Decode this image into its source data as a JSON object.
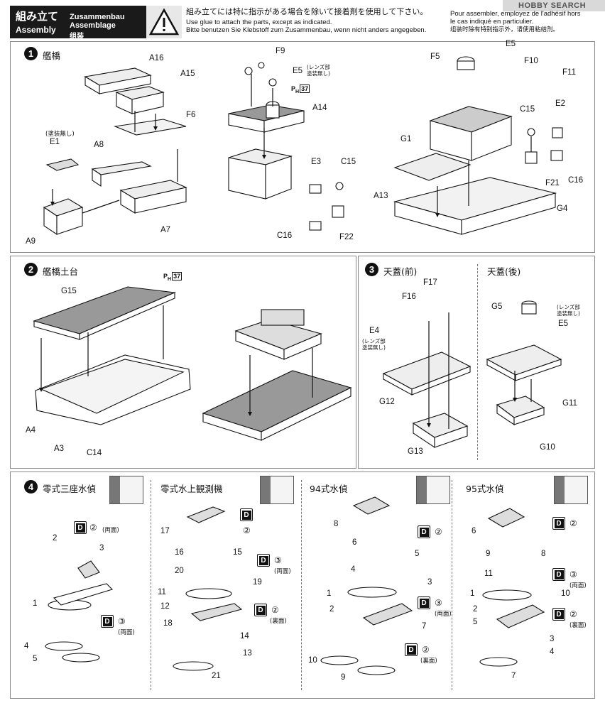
{
  "header": {
    "title_jp": "組み立て",
    "title_en": "Assembly",
    "title_de": "Zusammenbau",
    "title_fr": "Assemblage",
    "title_cn": "组装",
    "instr_jp": "組み立てには特に指示がある場合を除いて接着剤を使用して下さい。",
    "instr_en": "Use glue to attach the parts, except as indicated.",
    "instr_de": "Bitte benutzen Sie Klebstoff zum Zusammenbau, wenn nicht anders angegeben.",
    "instr_fr1": "Pour assembler, employez de l'adhésif hors",
    "instr_fr2": "le cas indiqué en particulier.",
    "instr_cn": "组装时除有特别指示外，请使用粘结剂。"
  },
  "watermark": "HOBBY SEARCH",
  "steps": {
    "s1": {
      "num": "1",
      "title": "艦橋"
    },
    "s2": {
      "num": "2",
      "title": "艦橋土台"
    },
    "s3": {
      "num": "3",
      "title": "天蓋(前)",
      "title_b": "天蓋(後)"
    },
    "s4": {
      "num": "4",
      "title": "零式三座水偵",
      "title_b": "零式水上観測機",
      "title_c": "94式水偵",
      "title_d": "95式水偵"
    }
  },
  "p1": {
    "labels": [
      "A16",
      "A15",
      "F6",
      "A8",
      "E1",
      "A9",
      "A7",
      "F9",
      "E5",
      "A14",
      "E3",
      "C15",
      "C16",
      "F22",
      "F5",
      "E5",
      "F10",
      "F11",
      "C15",
      "E2",
      "G1",
      "A13",
      "F21",
      "C16",
      "G4"
    ],
    "note_top": "(レンズ部",
    "note_bot": "塗装無し)",
    "e1_note": "(塗装無し)",
    "ph": "P",
    "ph_sub": "H",
    "ph_num": "37"
  },
  "p2": {
    "labels": [
      "G15",
      "A4",
      "A3",
      "C14"
    ],
    "ph": "P",
    "ph_sub": "H",
    "ph_num": "37"
  },
  "p3": {
    "labels": [
      "F17",
      "F16",
      "E4",
      "G12",
      "G13",
      "G5",
      "E5",
      "G11",
      "G10"
    ],
    "e4_note1": "(レンズ部",
    "e4_note2": "塗装無し)",
    "e5_note1": "(レンズ部",
    "e5_note2": "塗装無し)"
  },
  "p4": {
    "d": "D",
    "a_labels": [
      "2",
      "3",
      "1",
      "4",
      "5"
    ],
    "a_n1": "②",
    "a_n1b": "(両面)",
    "a_n2": "③",
    "a_n2b": "(両面)",
    "b_labels": [
      "17",
      "16",
      "15",
      "20",
      "19",
      "11",
      "12",
      "18",
      "14",
      "13",
      "21"
    ],
    "b_n1": "②",
    "b_n2": "③",
    "b_n2b": "(両面)",
    "b_n3": "②",
    "b_n3b": "(裏面)",
    "c_labels": [
      "8",
      "6",
      "5",
      "4",
      "3",
      "1",
      "2",
      "7",
      "10",
      "9"
    ],
    "c_n1": "②",
    "c_n2": "③",
    "c_n2b": "(両面)",
    "c_n3": "②",
    "c_n3b": "(裏面)",
    "d_labels": [
      "6",
      "9",
      "8",
      "11",
      "1",
      "10",
      "2",
      "5",
      "3",
      "4",
      "7"
    ],
    "d_n1": "②",
    "d_n2": "③",
    "d_n2b": "(両面)",
    "d_n3": "②",
    "d_n3b": "(裏面)"
  }
}
